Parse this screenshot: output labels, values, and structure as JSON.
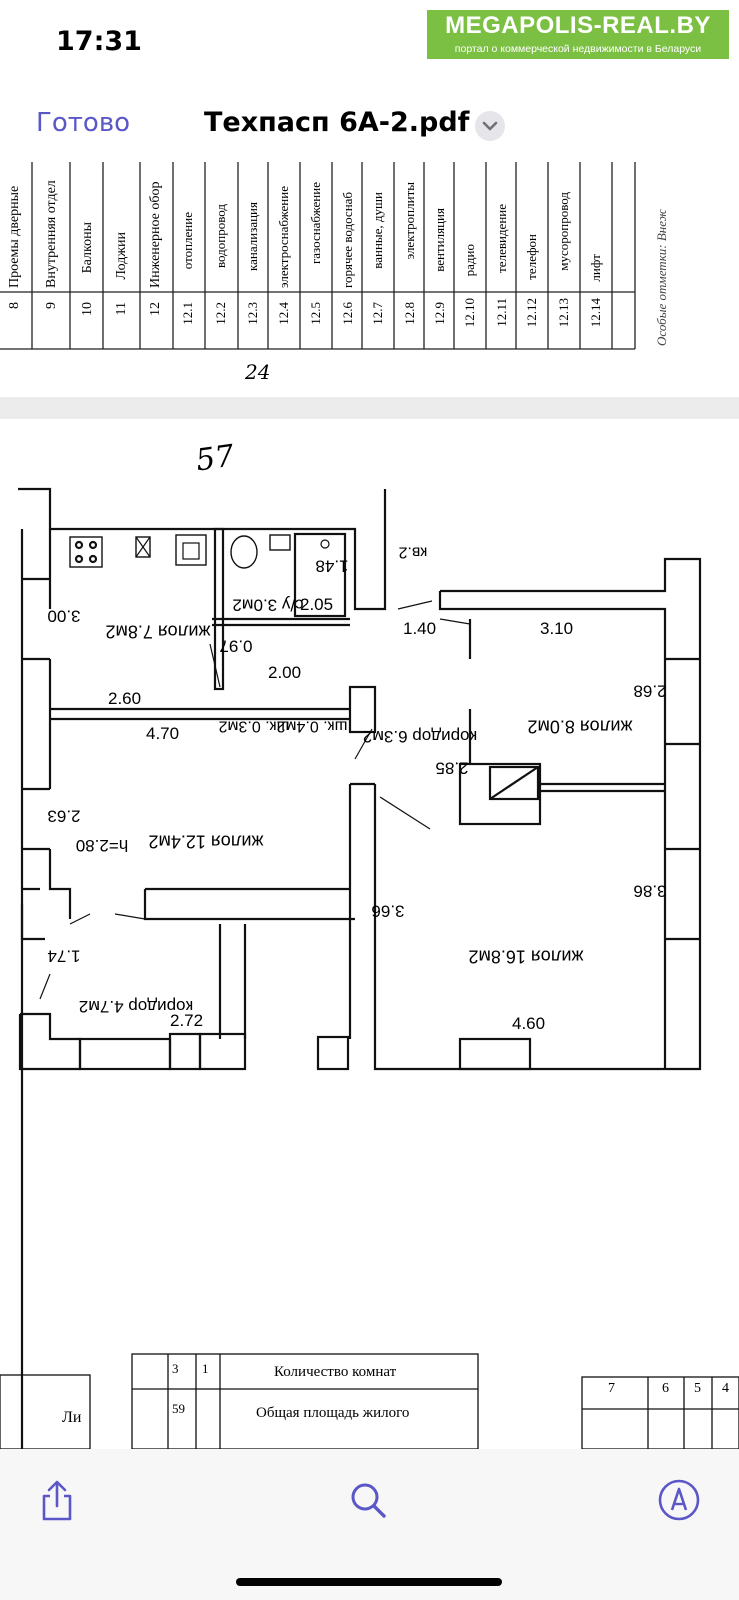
{
  "status_bar": {
    "time": "17:31"
  },
  "watermark": {
    "title": "MEGAPOLIS-REAL.BY",
    "subtitle": "портал о коммерческой недвижимости в Беларуси"
  },
  "nav": {
    "done_label": "Готово",
    "title": "Техпасп 6А-2.pdf"
  },
  "page1": {
    "rows": [
      {
        "num": "8",
        "label": "Проемы дверные"
      },
      {
        "num": "9",
        "label": "Внутренняя отдел"
      },
      {
        "num": "10",
        "label": "Балконы"
      },
      {
        "num": "11",
        "label": "Лоджии"
      },
      {
        "num": "12",
        "label": "Инженерное обор"
      },
      {
        "num": "12.1",
        "label": "отопление"
      },
      {
        "num": "12.2",
        "label": "водопровод"
      },
      {
        "num": "12.3",
        "label": "канализация"
      },
      {
        "num": "12.4",
        "label": "электроснабжение"
      },
      {
        "num": "12.5",
        "label": "газоснабжение"
      },
      {
        "num": "12.6",
        "label": "горячее водоснаб"
      },
      {
        "num": "12.7",
        "label": "ванные, души"
      },
      {
        "num": "12.8",
        "label": "электроплиты"
      },
      {
        "num": "12.9",
        "label": "вентиляция"
      },
      {
        "num": "12.10",
        "label": "радио"
      },
      {
        "num": "12.11",
        "label": "телевидение"
      },
      {
        "num": "12.12",
        "label": "телефон"
      },
      {
        "num": "12.13",
        "label": "мусоропровод"
      },
      {
        "num": "12.14",
        "label": "лифт"
      }
    ],
    "special_note": "Особые отметки: Внеж",
    "page_number": "24"
  },
  "page2": {
    "handwritten": "57",
    "labels": {
      "kitchen": "жилоя 7.8м2",
      "wc": "с/у 3.0м2",
      "d148": "1.48",
      "d205": "2.05",
      "d300": "3.00",
      "d097": "0.97",
      "d200": "2.00",
      "shk1": "шк. 0.3м2",
      "shk2": "шк. 0.4м2",
      "d260": "2.60",
      "d470": "4.70",
      "room124": "жилоя 12.4м2",
      "d263": "2.63",
      "h280": "h=2.80",
      "corr47": "коридор 4.7м2",
      "d174": "1.74",
      "d272": "2.72",
      "kv2": "кв.2",
      "d140": "1.40",
      "d310": "3.10",
      "room80": "жилоя 8.0м2",
      "d268": "2.68",
      "corr63": "коридор 6.3м2",
      "d285": "2.85",
      "d366": "3.66",
      "room168": "жилоя 16.8м2",
      "d386": "3.86",
      "d460": "4.60"
    },
    "table_left": {
      "rows": [
        {
          "c1": "3",
          "c2": "1",
          "label": "Количество комнат"
        },
        {
          "c1": "59",
          "c2": "",
          "label": "Общая площадь жилого"
        }
      ],
      "side": "Ли"
    },
    "table_right": [
      "7",
      "6",
      "5",
      "4"
    ]
  },
  "toolbar": {
    "share_icon": "share-icon",
    "search_icon": "search-icon",
    "markup_icon": "markup-icon",
    "accent": "#5a57c6"
  }
}
